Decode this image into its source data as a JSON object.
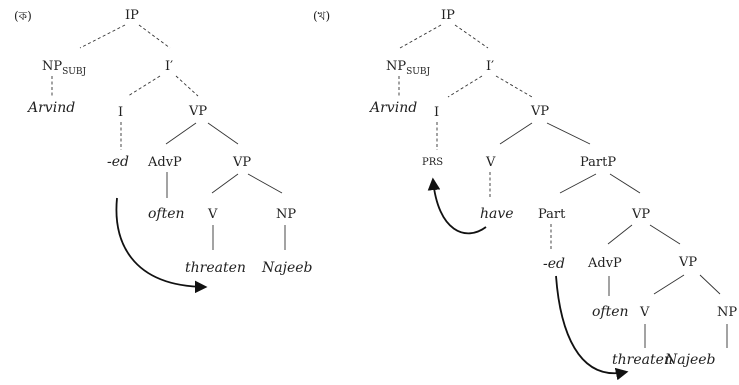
{
  "left_tree": {
    "panel_label": "(ক)",
    "ip": "IP",
    "np_subj": {
      "base": "NP",
      "sub": "SUBJ"
    },
    "i_bar": "I′",
    "subject": "Arvind",
    "i": "I",
    "vp_top": "VP",
    "ed": "-ed",
    "advp": "AdvP",
    "vp_inner": "VP",
    "often": "often",
    "v": "V",
    "np": "NP",
    "threaten": "threaten",
    "najeeb": "Najeeb"
  },
  "right_tree": {
    "panel_label": "(খ)",
    "ip": "IP",
    "np_subj": {
      "base": "NP",
      "sub": "SUBJ"
    },
    "i_bar": "I′",
    "subject": "Arvind",
    "i": "I",
    "vp1": "VP",
    "prs": "PRS",
    "v": "V",
    "partp": "PartP",
    "have": "have",
    "part": "Part",
    "vp2": "VP",
    "ed": "-ed",
    "advp": "AdvP",
    "vp3": "VP",
    "often": "often",
    "v2": "V",
    "np": "NP",
    "threaten": "threaten",
    "najeeb": "Najeeb"
  }
}
